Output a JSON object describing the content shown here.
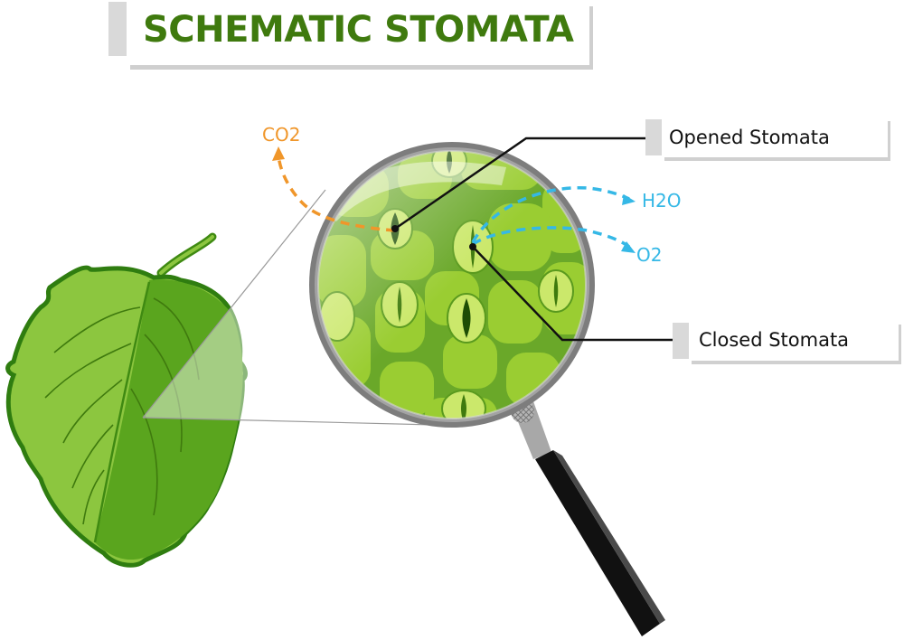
{
  "title": "SCHEMATIC STOMATA",
  "labels": {
    "opened": "Opened Stomata",
    "closed": "Closed Stomata"
  },
  "gases": {
    "co2": "CO2",
    "h2o": "H2O",
    "o2": "O2"
  },
  "colors": {
    "title_green": "#3f7a0e",
    "co2_orange": "#f0962a",
    "h2o_o2_blue": "#35b8e6",
    "leaf_light": "#8cc63f",
    "leaf_dark": "#5aa51e",
    "lens_green": "#9acd32",
    "rim_gray": "#8a8a8a",
    "handle_black": "#2b2b2b"
  },
  "icons": {
    "leaf": "leaf-icon",
    "magnifier": "magnifying-glass-icon",
    "stomata": "stomata-cell-icon"
  }
}
